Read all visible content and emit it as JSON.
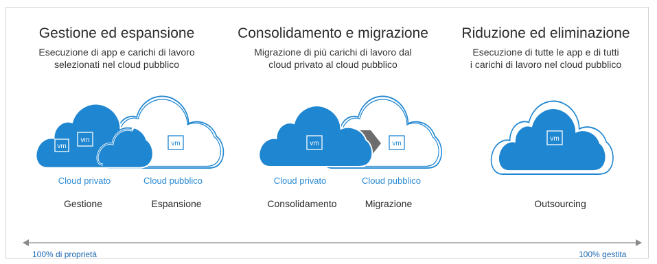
{
  "columns": [
    {
      "title": "Gestione ed espansione",
      "desc_line1": "Esecuzione di app e carichi di lavoro",
      "desc_line2": "selezionati nel cloud pubblico"
    },
    {
      "title": "Consolidamento e migrazione",
      "desc_line1": "Migrazione di più carichi di lavoro dal",
      "desc_line2": "cloud privato al cloud pubblico"
    },
    {
      "title": "Riduzione ed eliminazione",
      "desc_line1": "Esecuzione di tutte le app e di tutti",
      "desc_line2": "i carichi di lavoro nel cloud pubblico"
    }
  ],
  "vm_label": "vm",
  "clouds": {
    "private": "Cloud privato",
    "public": "Cloud pubblico"
  },
  "labels": {
    "gestione": "Gestione",
    "espansione": "Espansione",
    "consolidamento": "Consolidamento",
    "migrazione": "Migrazione",
    "outsourcing": "Outsourcing"
  },
  "scale": {
    "left": "100% di proprietà",
    "right": "100% gestita"
  },
  "colors": {
    "cloud_blue": "#1f86d1",
    "label_blue": "#2a8ad4",
    "arrow_gray": "#6d6d6d",
    "text_dark": "#2b2b2b"
  }
}
